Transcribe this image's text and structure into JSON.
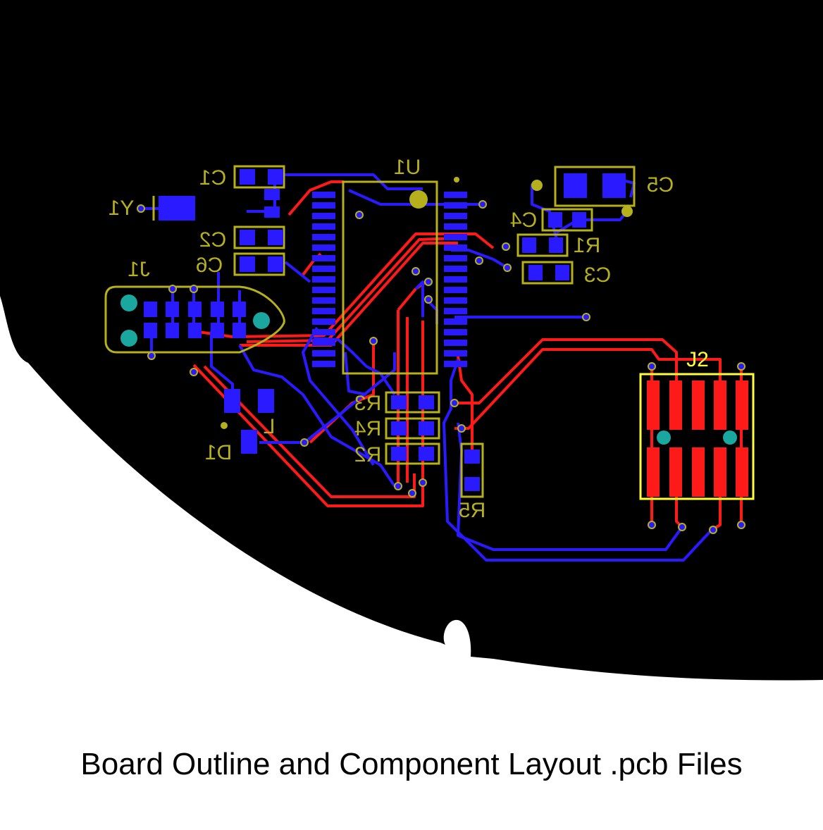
{
  "caption": "Board Outline and Component Layout .pcb Files",
  "colors": {
    "board": "#000000",
    "background": "#ffffff",
    "top_copper": "#ff1a1a",
    "bottom_copper": "#2a1aff",
    "silkscreen": "#b6b01c",
    "j2_silkscreen": "#ffff33",
    "drill_hole": "#1aa7a0"
  },
  "designators": {
    "u1": "U1",
    "c1": "C1",
    "c2": "C2",
    "c3": "C3",
    "c4": "C4",
    "c5": "C5",
    "c6": "C6",
    "r1": "R1",
    "r2": "R2",
    "r3": "R3",
    "r4": "R4",
    "r5": "R5",
    "y1": "Y1",
    "j1": "J1",
    "j2": "J2",
    "d1": "D1",
    "l1": "L"
  }
}
